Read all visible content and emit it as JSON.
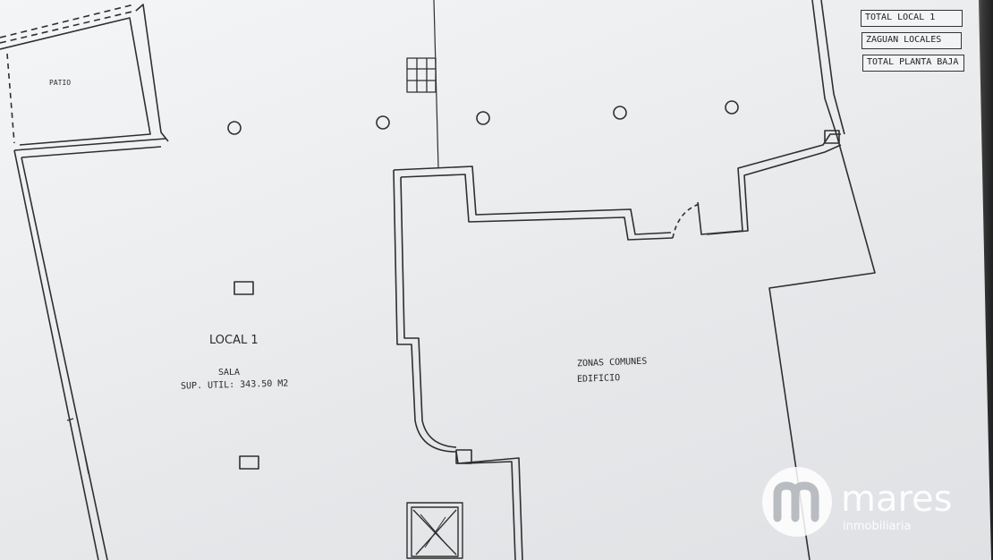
{
  "plan": {
    "patio_label": "PATIO",
    "local_title": "LOCAL 1",
    "room_label": "SALA",
    "area_label": "SUP. UTIL: 343.50 M2",
    "common_line1": "ZONAS COMUNES",
    "common_line2": "EDIFICIO"
  },
  "summary_table": {
    "rows": [
      "TOTAL LOCAL 1",
      "ZAGUAN LOCALES",
      "TOTAL PLANTA BAJA"
    ]
  },
  "watermark": {
    "name": "mares",
    "subtitle": "inmobiliaria",
    "color": "#ffffff"
  },
  "colors": {
    "paper": "#eceef0",
    "ink": "#2f2f2f"
  }
}
